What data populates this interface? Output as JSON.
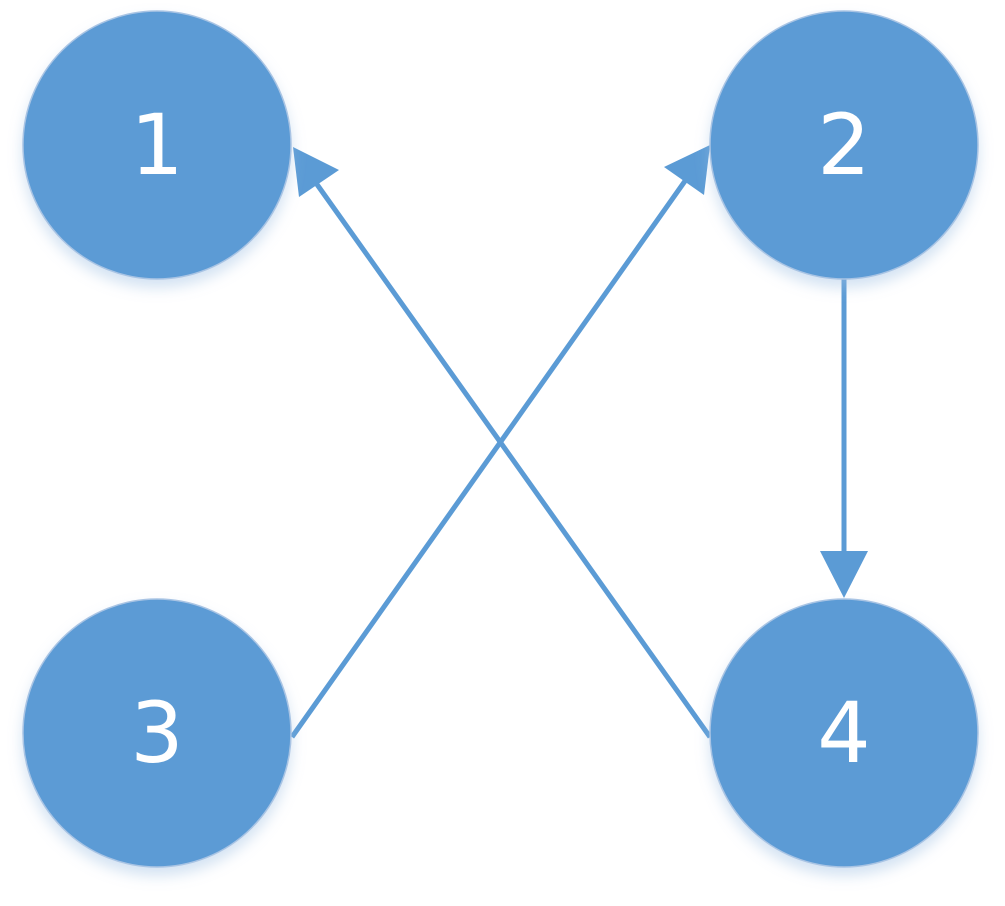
{
  "diagram": {
    "node_fill": "#5b9bd5",
    "node_outline": "#a9c4e4",
    "edge_color": "#5b9bd5",
    "label_color": "#ffffff",
    "nodes": [
      {
        "id": "n1",
        "label": "1"
      },
      {
        "id": "n2",
        "label": "2"
      },
      {
        "id": "n3",
        "label": "3"
      },
      {
        "id": "n4",
        "label": "4"
      }
    ],
    "edges": [
      {
        "from": "4",
        "to": "1",
        "directed": true
      },
      {
        "from": "3",
        "to": "2",
        "directed": true
      },
      {
        "from": "2",
        "to": "4",
        "directed": true
      }
    ]
  }
}
